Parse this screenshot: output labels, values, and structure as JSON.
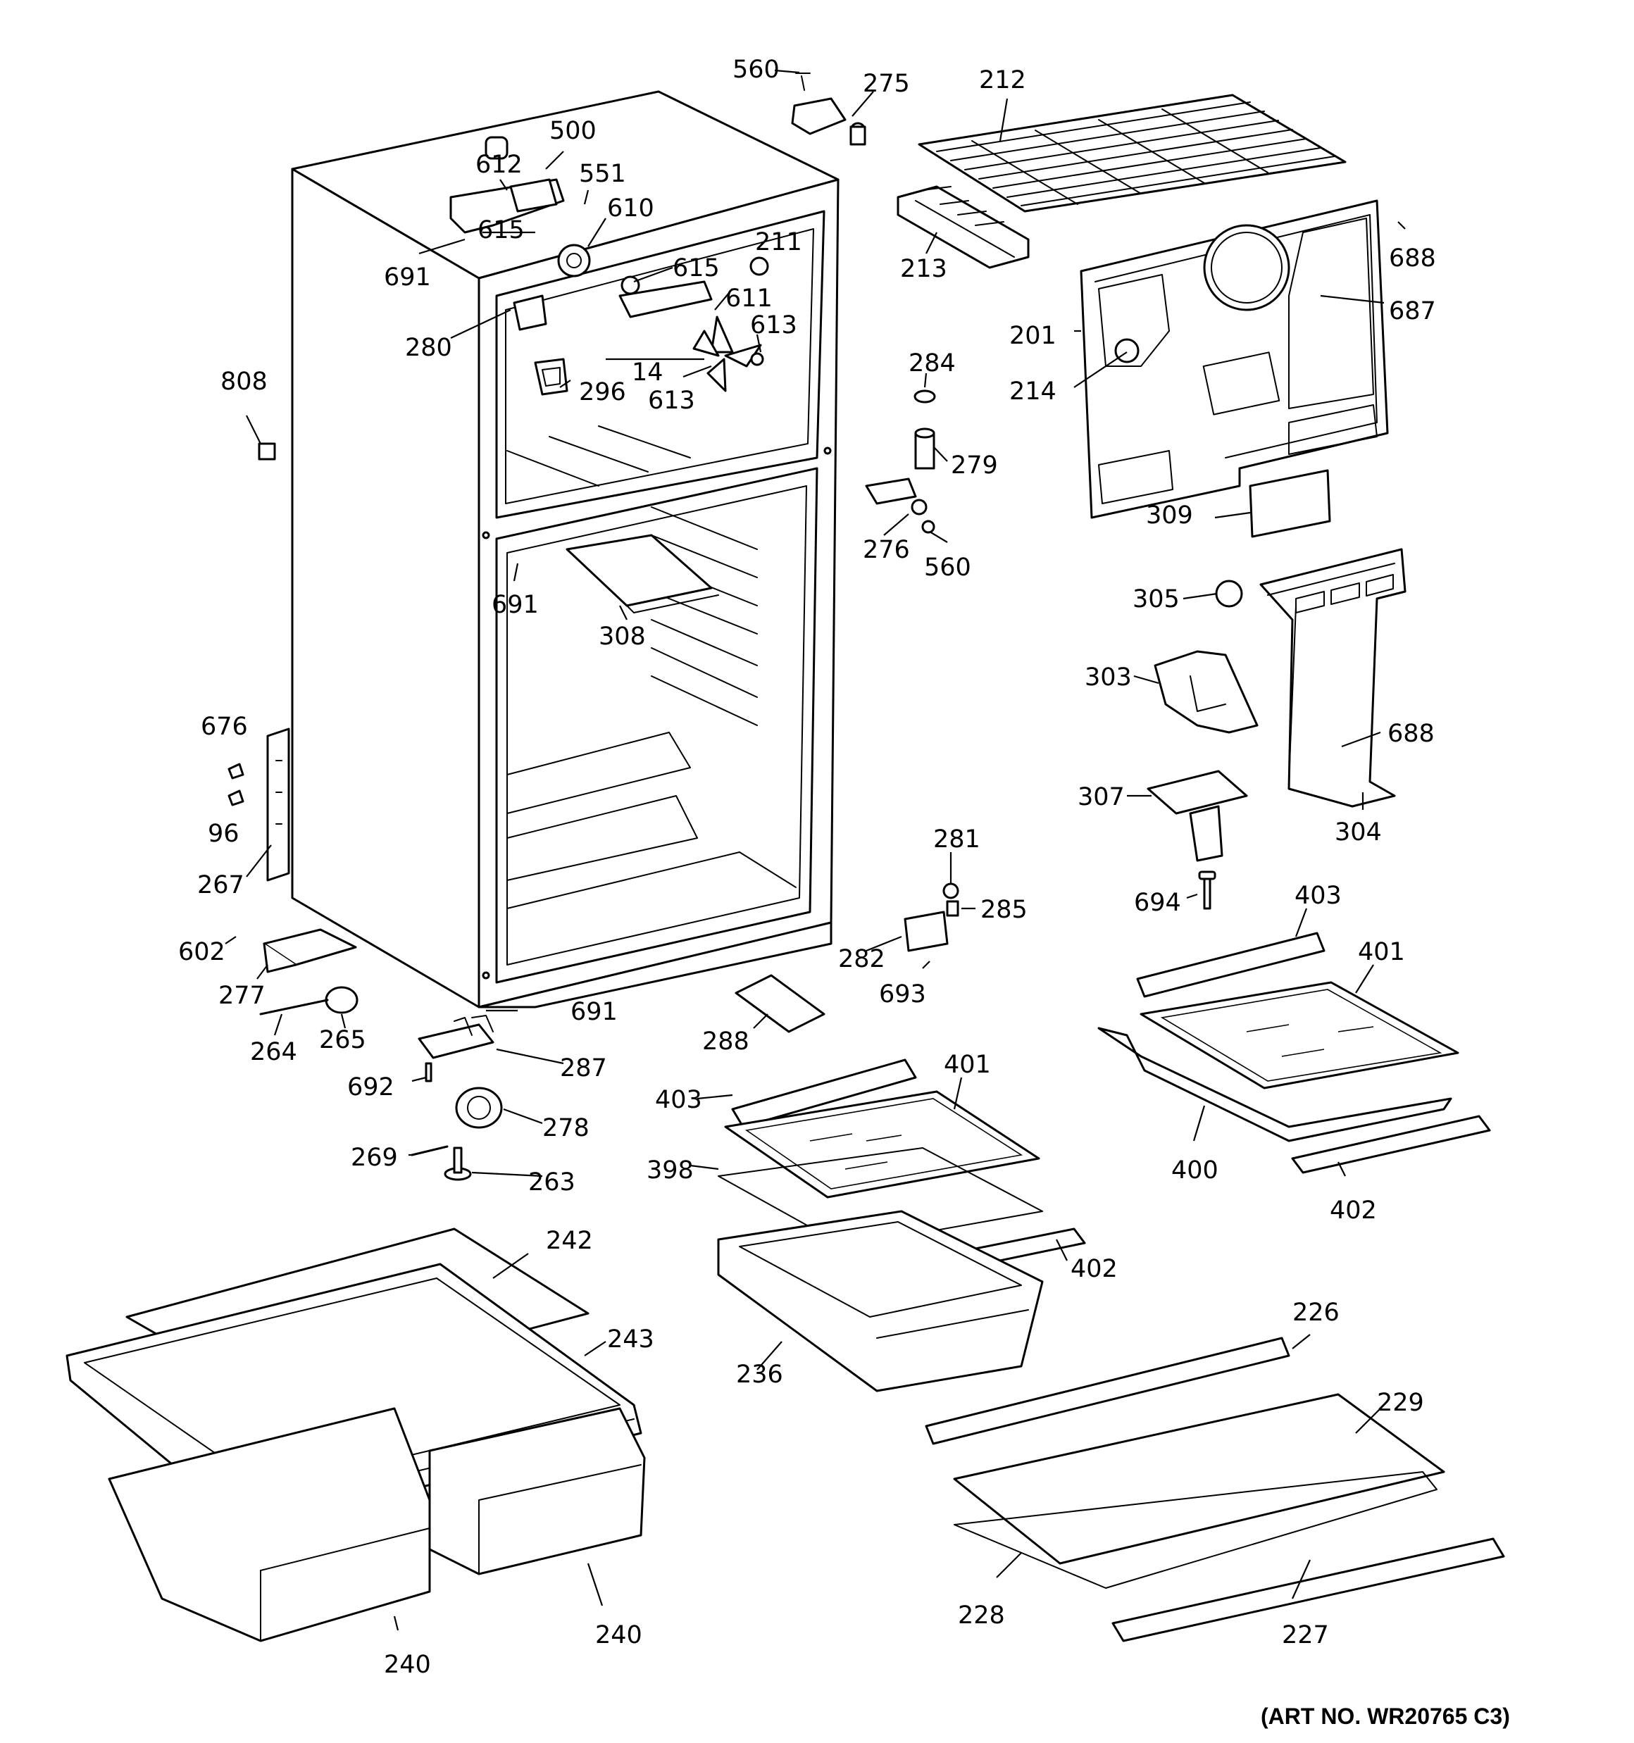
{
  "art_number": "(ART NO. WR20765 C3)",
  "callouts": {
    "c560a": "560",
    "c275": "275",
    "c212": "212",
    "c500": "500",
    "c612": "612",
    "c551": "551",
    "c610": "610",
    "c615a": "615",
    "c691a": "691",
    "c615b": "615",
    "c211": "211",
    "c611": "611",
    "c613a": "613",
    "c280": "280",
    "c14": "14",
    "c296": "296",
    "c613b": "613",
    "c808": "808",
    "c213": "213",
    "c688a": "688",
    "c687": "687",
    "c201": "201",
    "c214": "214",
    "c284": "284",
    "c279": "279",
    "c276": "276",
    "c560b": "560",
    "c309": "309",
    "c691b": "691",
    "c308": "308",
    "c305": "305",
    "c303": "303",
    "c688b": "688",
    "c676": "676",
    "c96": "96",
    "c267": "267",
    "c307": "307",
    "c304": "304",
    "c281": "281",
    "c285": "285",
    "c694": "694",
    "c403a": "403",
    "c401a": "401",
    "c602": "602",
    "c282": "282",
    "c693": "693",
    "c277": "277",
    "c691c": "691",
    "c264": "264",
    "c265": "265",
    "c288": "288",
    "c287": "287",
    "c401b": "401",
    "c692": "692",
    "c403b": "403",
    "c400": "400",
    "c278": "278",
    "c269": "269",
    "c398": "398",
    "c402a": "402",
    "c263": "263",
    "c242": "242",
    "c402b": "402",
    "c243": "243",
    "c226": "226",
    "c236": "236",
    "c229": "229",
    "c240a": "240",
    "c228": "228",
    "c227": "227",
    "c240b": "240"
  }
}
